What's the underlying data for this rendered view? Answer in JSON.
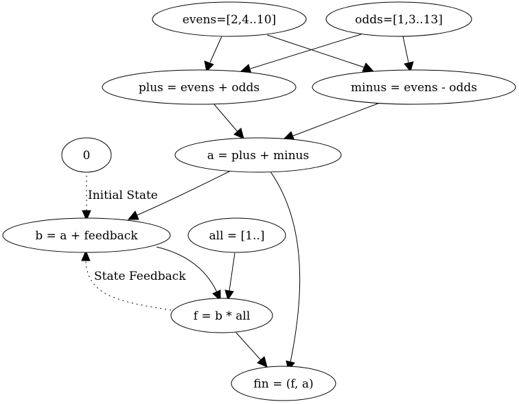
{
  "nodes": {
    "evens": "evens=[2,4..10]",
    "odds": "odds=[1,3..13]",
    "plus": "plus = evens + odds",
    "minus": "minus = evens - odds",
    "a": "a = plus + minus",
    "zero": "0",
    "b": "b = a + feedback",
    "all": "all = [1..]",
    "f": "f = b * all",
    "fin": "fin = (f, a)"
  },
  "edges": [
    {
      "from": "evens",
      "to": "plus",
      "style": "solid"
    },
    {
      "from": "evens",
      "to": "minus",
      "style": "solid"
    },
    {
      "from": "odds",
      "to": "plus",
      "style": "solid"
    },
    {
      "from": "odds",
      "to": "minus",
      "style": "solid"
    },
    {
      "from": "plus",
      "to": "a",
      "style": "solid"
    },
    {
      "from": "minus",
      "to": "a",
      "style": "solid"
    },
    {
      "from": "zero",
      "to": "b",
      "style": "dotted",
      "label": "Initial State"
    },
    {
      "from": "a",
      "to": "b",
      "style": "solid"
    },
    {
      "from": "a",
      "to": "fin",
      "style": "solid"
    },
    {
      "from": "b",
      "to": "f",
      "style": "solid"
    },
    {
      "from": "all",
      "to": "f",
      "style": "solid"
    },
    {
      "from": "f",
      "to": "b",
      "style": "dotted",
      "label": "State Feedback"
    },
    {
      "from": "f",
      "to": "fin",
      "style": "solid"
    }
  ]
}
